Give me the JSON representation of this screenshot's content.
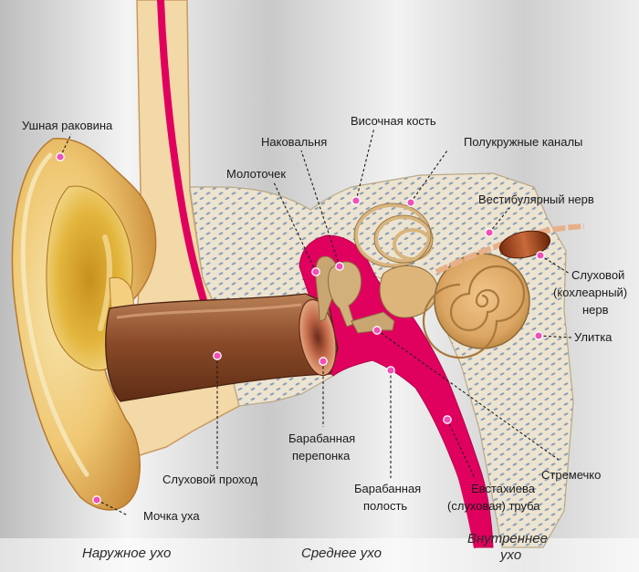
{
  "labels": {
    "auricle": "Ушная раковина",
    "incus": "Наковальня",
    "temporal_bone": "Височная кость",
    "semicircular_canals": "Полукружные каналы",
    "malleus": "Молоточек",
    "vestibular_nerve": "Вестибулярный нерв",
    "cochlear_nerve_1": "Слуховой",
    "cochlear_nerve_2": "(кохлеарный)",
    "cochlear_nerve_3": "нерв",
    "cochlea": "Улитка",
    "ear_canal": "Слуховой проход",
    "eardrum_1": "Барабанная",
    "eardrum_2": "перепонка",
    "stapes": "Стремечко",
    "tympanic_cavity_1": "Барабанная",
    "tympanic_cavity_2": "полость",
    "eustachian_1": "Евстахиева",
    "eustachian_2": "(слуховая) труба",
    "earlobe": "Мочка уха"
  },
  "zones": {
    "outer": "Наружное ухо",
    "middle": "Среднее ухо",
    "inner_1": "Внутреннее",
    "inner_2": "ухо"
  },
  "colors": {
    "skin": "#f3d8a8",
    "bone_fill": "#ece3d0",
    "bone_dots": "#8aa0b8",
    "pink": "#e0005e",
    "ossicle": "#c9a572",
    "canal": "#8a4a28",
    "band_dark": "#c4c4c4",
    "band_light": "#ececec"
  }
}
